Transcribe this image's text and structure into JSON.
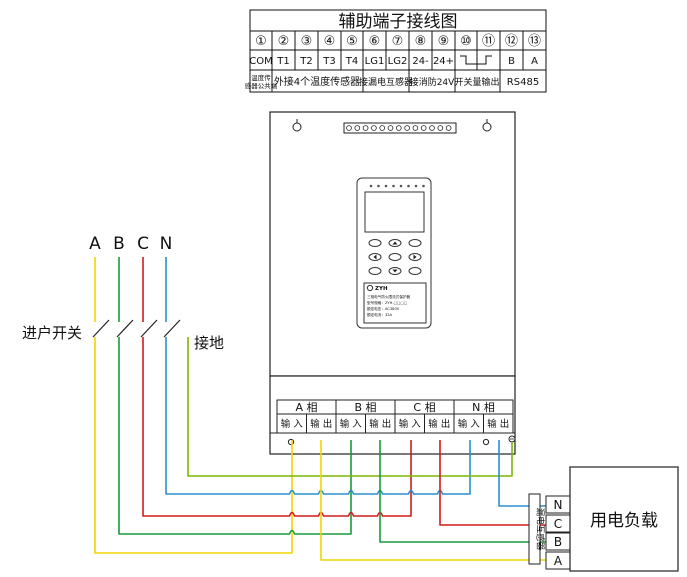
{
  "terminal_table": {
    "title": "辅助端子接线图",
    "numbers": [
      "①",
      "②",
      "③",
      "④",
      "⑤",
      "⑥",
      "⑦",
      "⑧",
      "⑨",
      "⑩",
      "⑪",
      "⑫",
      "⑬"
    ],
    "labels": [
      "COM",
      "T1",
      "T2",
      "T3",
      "T4",
      "LG1",
      "LG2",
      "24-",
      "24+",
      "",
      "",
      "B",
      "A"
    ],
    "descriptions": {
      "com": "温度传感器公共端",
      "temp": "外接4个温度传感器",
      "leak": "接漏电互感器",
      "fire": "接消防24V",
      "switch": "开关量输出",
      "rs485": "RS485"
    }
  },
  "phases": {
    "labels": [
      "A",
      "B",
      "C",
      "N"
    ],
    "colors": {
      "A": "#f2d500",
      "B": "#1a9a3a",
      "C": "#d41b1b",
      "N": "#2a8fd0",
      "earth": "#7ab800"
    }
  },
  "labels": {
    "incoming_switch": "进户开关",
    "ground": "接地",
    "load": "用电负载",
    "leakage_ct": "漏电互感器"
  },
  "device": {
    "brand": "ZYH",
    "plate_lines": [
      "三相电气防火限流式保护器",
      "型号规格：ZYH-□□□□",
      "额定电压：AC380V",
      "额定电流：32A"
    ],
    "phase_groups": [
      "A 相",
      "B 相",
      "C 相",
      "N 相"
    ],
    "in_label": "输 入",
    "out_label": "输 出"
  },
  "load_terminals": [
    "N",
    "C",
    "B",
    "A"
  ]
}
